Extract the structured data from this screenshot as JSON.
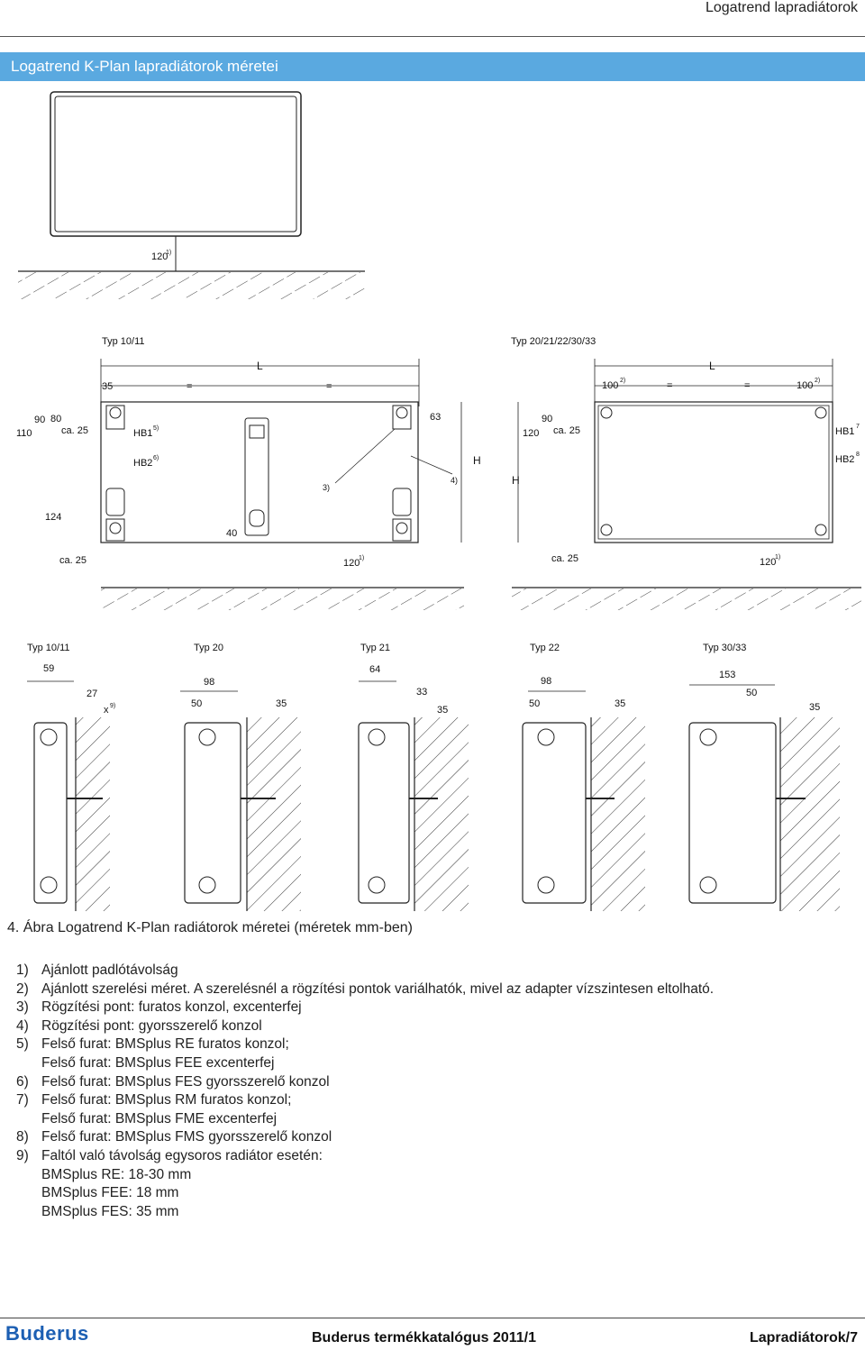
{
  "header": {
    "title": "Logatrend lapradiátorok"
  },
  "section": {
    "title": "Logatrend K-Plan lapradiátorok méretei"
  },
  "drawing": {
    "top": {
      "label": "120",
      "sup": "1)"
    },
    "front": {
      "left_type": "Typ 10/11",
      "right_type": "Typ 20/21/22/30/33",
      "L": "L",
      "eq": "=",
      "dim35": "35",
      "dim100": "100",
      "sup2": "2)",
      "dim90": "90",
      "dim80": "80",
      "dim110": "110",
      "dim120": "120",
      "ca25": "ca. 25",
      "HB1": "HB1",
      "sup5": "5)",
      "HB2": "HB2",
      "sup6": "6)",
      "dim63": "63",
      "n3": "3)",
      "n4": "4)",
      "H": "H",
      "dim124": "124",
      "dim40": "40",
      "HB1r": "HB1",
      "sup7": "7",
      "HB2r": "HB2",
      "sup8": "8",
      "dim120b": "120",
      "sup1": "1)"
    },
    "side": {
      "types": [
        "Typ 10/11",
        "Typ 20",
        "Typ 21",
        "Typ 22",
        "Typ 30/33"
      ],
      "d59": "59",
      "d27": "27",
      "x": "x",
      "sup9": "9)",
      "d98": "98",
      "d50": "50",
      "d35": "35",
      "d64": "64",
      "d33": "33",
      "d153": "153"
    }
  },
  "caption": "4. Ábra Logatrend K-Plan radiátorok méretei (méretek mm-ben)",
  "notes": [
    {
      "num": "1)",
      "text": "Ajánlott padlótávolság",
      "cont": []
    },
    {
      "num": "2)",
      "text": "Ajánlott szerelési méret. A szerelésnél a rögzítési pontok variálhatók, mivel az adapter vízszintesen eltolható.",
      "cont": []
    },
    {
      "num": "3)",
      "text": "Rögzítési pont: furatos konzol, excenterfej",
      "cont": []
    },
    {
      "num": "4)",
      "text": "Rögzítési pont: gyorsszerelő konzol",
      "cont": []
    },
    {
      "num": "5)",
      "text": "Felső  furat: BMSplus RE furatos konzol;",
      "cont": [
        "Felső  furat: BMSplus FEE excenterfej"
      ]
    },
    {
      "num": "6)",
      "text": "Felső  furat: BMSplus FES gyorsszerelő konzol",
      "cont": []
    },
    {
      "num": "7)",
      "text": "Felső  furat: BMSplus RM furatos konzol;",
      "cont": [
        "Felső  furat: BMSplus FME excenterfej"
      ]
    },
    {
      "num": "8)",
      "text": "Felső  furat: BMSplus FMS gyorsszerelő konzol",
      "cont": []
    },
    {
      "num": "9)",
      "text": "Faltól való távolság egysoros radiátor esetén:",
      "cont": [
        "BMSplus RE: 18-30 mm",
        "BMSplus FEE: 18 mm",
        "BMSplus FES: 35 mm"
      ]
    }
  ],
  "footer": {
    "logo": "Buderus",
    "catalog": "Buderus termékkatalógus 2011/1",
    "page": "Lapradiátorok/7"
  }
}
